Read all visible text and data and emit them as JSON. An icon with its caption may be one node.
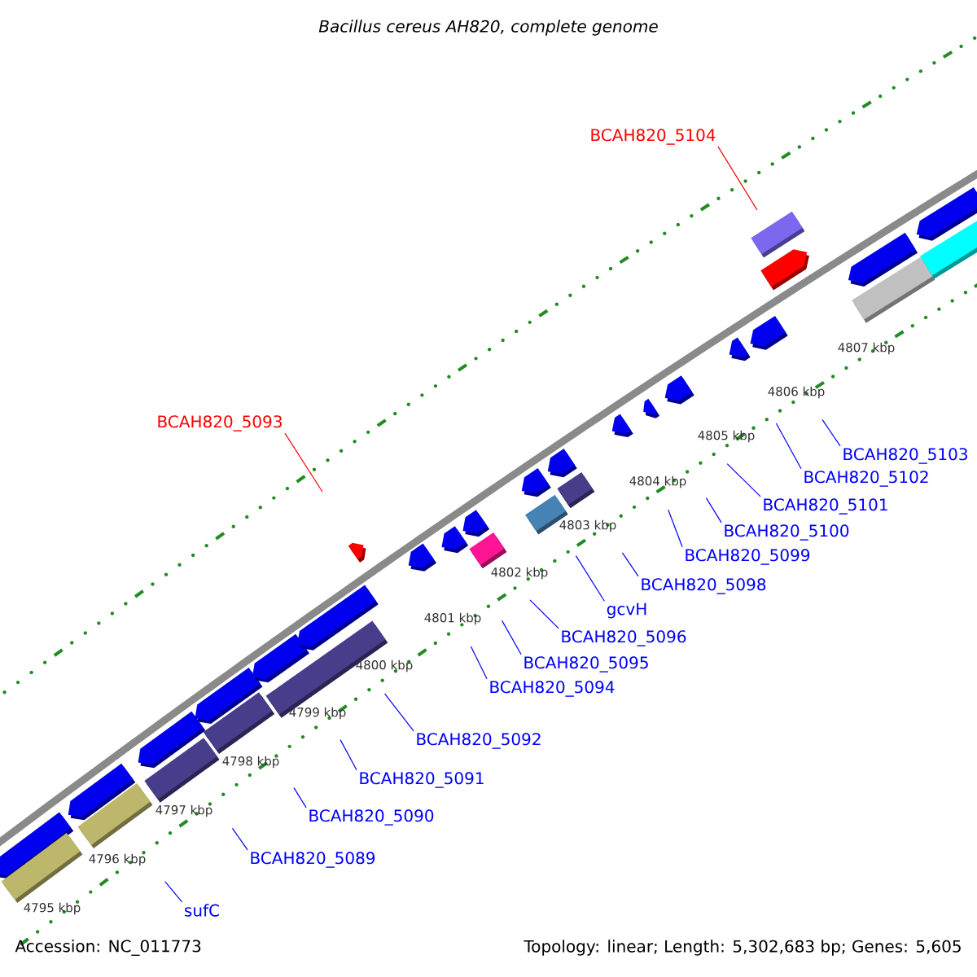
{
  "diagram": {
    "title": "Bacillus cereus AH820, complete genome",
    "nodes": [
      {
        "text": [
          "BCAH820_5104"
        ]
      },
      {
        "text": [
          "BCAH820_5093"
        ]
      },
      {
        "text": [
          "BCAH820_5103"
        ]
      },
      {
        "text": [
          "BCAH820_5102"
        ]
      },
      {
        "text": [
          "BCAH820_5101"
        ]
      },
      {
        "text": [
          "BCAH820_5100"
        ]
      },
      {
        "text": [
          "BCAH820_5099"
        ]
      },
      {
        "text": [
          "BCAH820_5098"
        ]
      },
      {
        "text": [
          "gcvH"
        ]
      },
      {
        "text": [
          "BCAH820_5096"
        ]
      },
      {
        "text": [
          "BCAH820_5095"
        ]
      },
      {
        "text": [
          "BCAH820_5094"
        ]
      },
      {
        "text": [
          "BCAH820_5092"
        ]
      },
      {
        "text": [
          "BCAH820_5091"
        ]
      },
      {
        "text": [
          "BCAH820_5090"
        ]
      },
      {
        "text": [
          "BCAH820_5089"
        ]
      },
      {
        "text": [
          "sufC"
        ]
      }
    ],
    "edges": [
      {
        "from": 0,
        "to": null,
        "arrow": "none",
        "color": "#ff0000"
      },
      {
        "from": 1,
        "to": null,
        "arrow": "none",
        "color": "#ff0000"
      },
      {
        "from": 2,
        "to": null,
        "arrow": "none"
      },
      {
        "from": 3,
        "to": null,
        "arrow": "none"
      },
      {
        "from": 4,
        "to": null,
        "arrow": "none"
      },
      {
        "from": 5,
        "to": null,
        "arrow": "none"
      },
      {
        "from": 6,
        "to": null,
        "arrow": "none"
      },
      {
        "from": 7,
        "to": null,
        "arrow": "none"
      },
      {
        "from": 8,
        "to": null,
        "arrow": "none"
      },
      {
        "from": 9,
        "to": null,
        "arrow": "none"
      },
      {
        "from": 10,
        "to": null,
        "arrow": "none"
      },
      {
        "from": 11,
        "to": null,
        "arrow": "none"
      },
      {
        "from": 12,
        "to": null,
        "arrow": "none"
      },
      {
        "from": 13,
        "to": null,
        "arrow": "none"
      },
      {
        "from": 14,
        "to": null,
        "arrow": "none"
      },
      {
        "from": 15,
        "to": null,
        "arrow": "none"
      },
      {
        "from": 16,
        "to": null,
        "arrow": "none"
      }
    ],
    "labels": [
      "4807 kbp",
      "4806 kbp",
      "4805 kbp",
      "4804 kbp",
      "4803 kbp",
      "4802 kbp",
      "4801 kbp",
      "4800 kbp",
      "4799 kbp",
      "4798 kbp",
      "4797 kbp",
      "4796 kbp",
      "4795 kbp",
      "Accession: NC_011773",
      "Topology: linear; Length: 5,302,683 bp; Genes: 5,605"
    ]
  }
}
